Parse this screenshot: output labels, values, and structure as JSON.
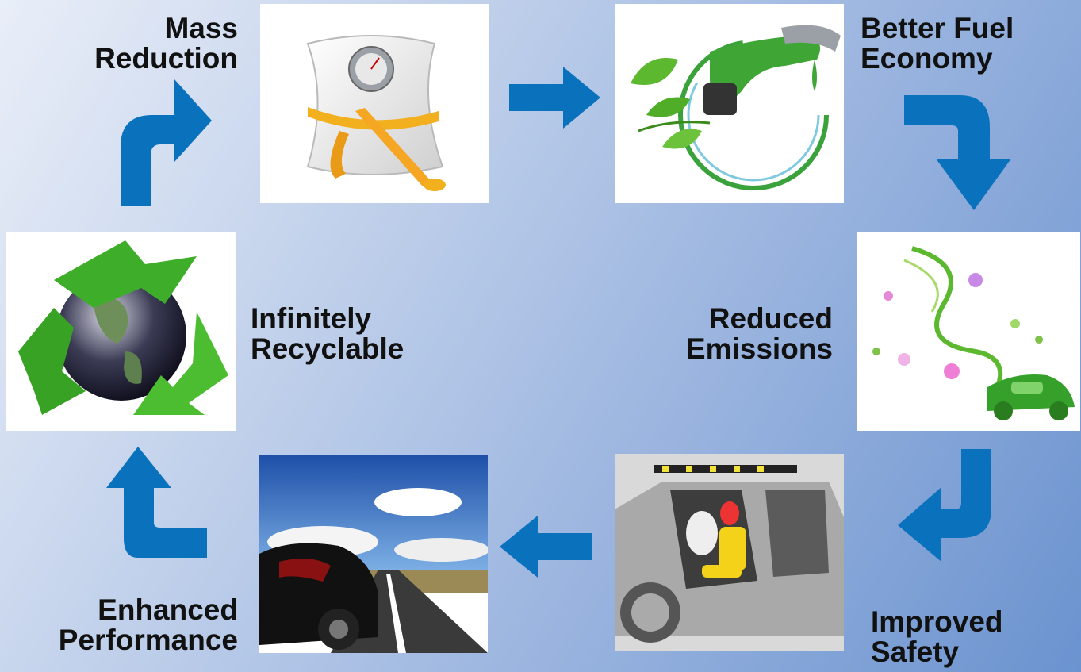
{
  "colors": {
    "arrow": "#0a72bd"
  },
  "steps": [
    {
      "id": "mass",
      "line1": "Mass",
      "line2": "Reduction",
      "image": "scale-tape-measure-image"
    },
    {
      "id": "fuel",
      "line1": "Better Fuel",
      "line2": "Economy",
      "image": "fuel-nozzle-leaf-image"
    },
    {
      "id": "emissions",
      "line1": "Reduced",
      "line2": "Emissions",
      "image": "green-car-swirl-image"
    },
    {
      "id": "safety",
      "line1": "Improved",
      "line2": "Safety",
      "image": "crash-test-car-image"
    },
    {
      "id": "performance",
      "line1": "Enhanced",
      "line2": "Performance",
      "image": "car-on-highway-image"
    },
    {
      "id": "recycle",
      "line1": "Infinitely",
      "line2": "Recyclable",
      "image": "recycle-globe-image"
    }
  ]
}
